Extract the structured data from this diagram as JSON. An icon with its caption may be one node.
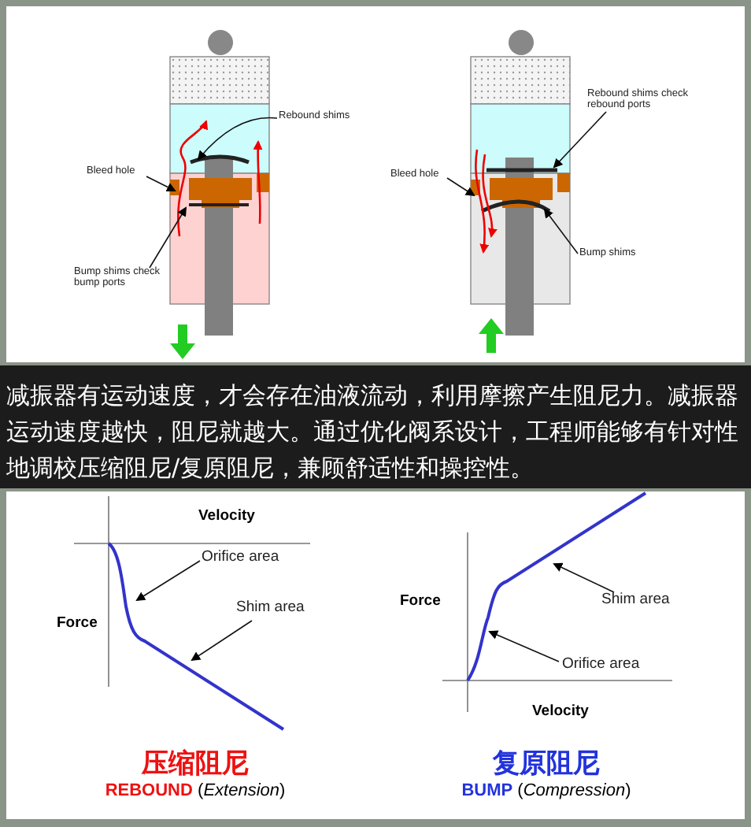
{
  "diagram": {
    "nodes": [
      {
        "text": [
          "Rebound shims"
        ]
      },
      {
        "text": [
          "Bleed hole"
        ]
      },
      {
        "text": [
          "Bump shims check bump ports"
        ]
      },
      {
        "text": [
          "Rebound shims check rebound ports"
        ]
      },
      {
        "text": [
          "Bleed hole"
        ]
      },
      {
        "text": [
          "Bump shims"
        ]
      },
      {
        "text": [
          "Orifice area"
        ]
      },
      {
        "text": [
          "Shim area"
        ]
      },
      {
        "text": [
          "Shim area"
        ]
      },
      {
        "text": [
          "Orifice area"
        ]
      }
    ],
    "edges": [
      {
        "from": 0,
        "to": null,
        "arrow": "to"
      },
      {
        "from": 1,
        "to": null,
        "arrow": "to"
      },
      {
        "from": 2,
        "to": null,
        "arrow": "to"
      },
      {
        "from": 3,
        "to": null,
        "arrow": "to"
      },
      {
        "from": 4,
        "to": null,
        "arrow": "to"
      },
      {
        "from": 5,
        "to": null,
        "arrow": "to"
      },
      {
        "from": 6,
        "to": null,
        "arrow": "to"
      },
      {
        "from": 7,
        "to": null,
        "arrow": "to"
      },
      {
        "from": 8,
        "to": null,
        "arrow": "to"
      },
      {
        "from": 9,
        "to": null,
        "arrow": "to"
      }
    ],
    "labels": [
      "减振器有运动速度，才会存在油液流动，利用摩擦产生阻尼力。减振器运动速度越快，阻尼就越大。通过优化阀系设计，工程师能够有针对性地调校压缩阻尼/复原阻尼，兼顾舒适性和操控性。",
      "Velocity",
      "Force",
      "压缩阻尼",
      "**REBOUND** (*Extension*)",
      "Force",
      "Velocity",
      "复原阻尼",
      "**BUMP** (*Compression*)"
    ]
  }
}
